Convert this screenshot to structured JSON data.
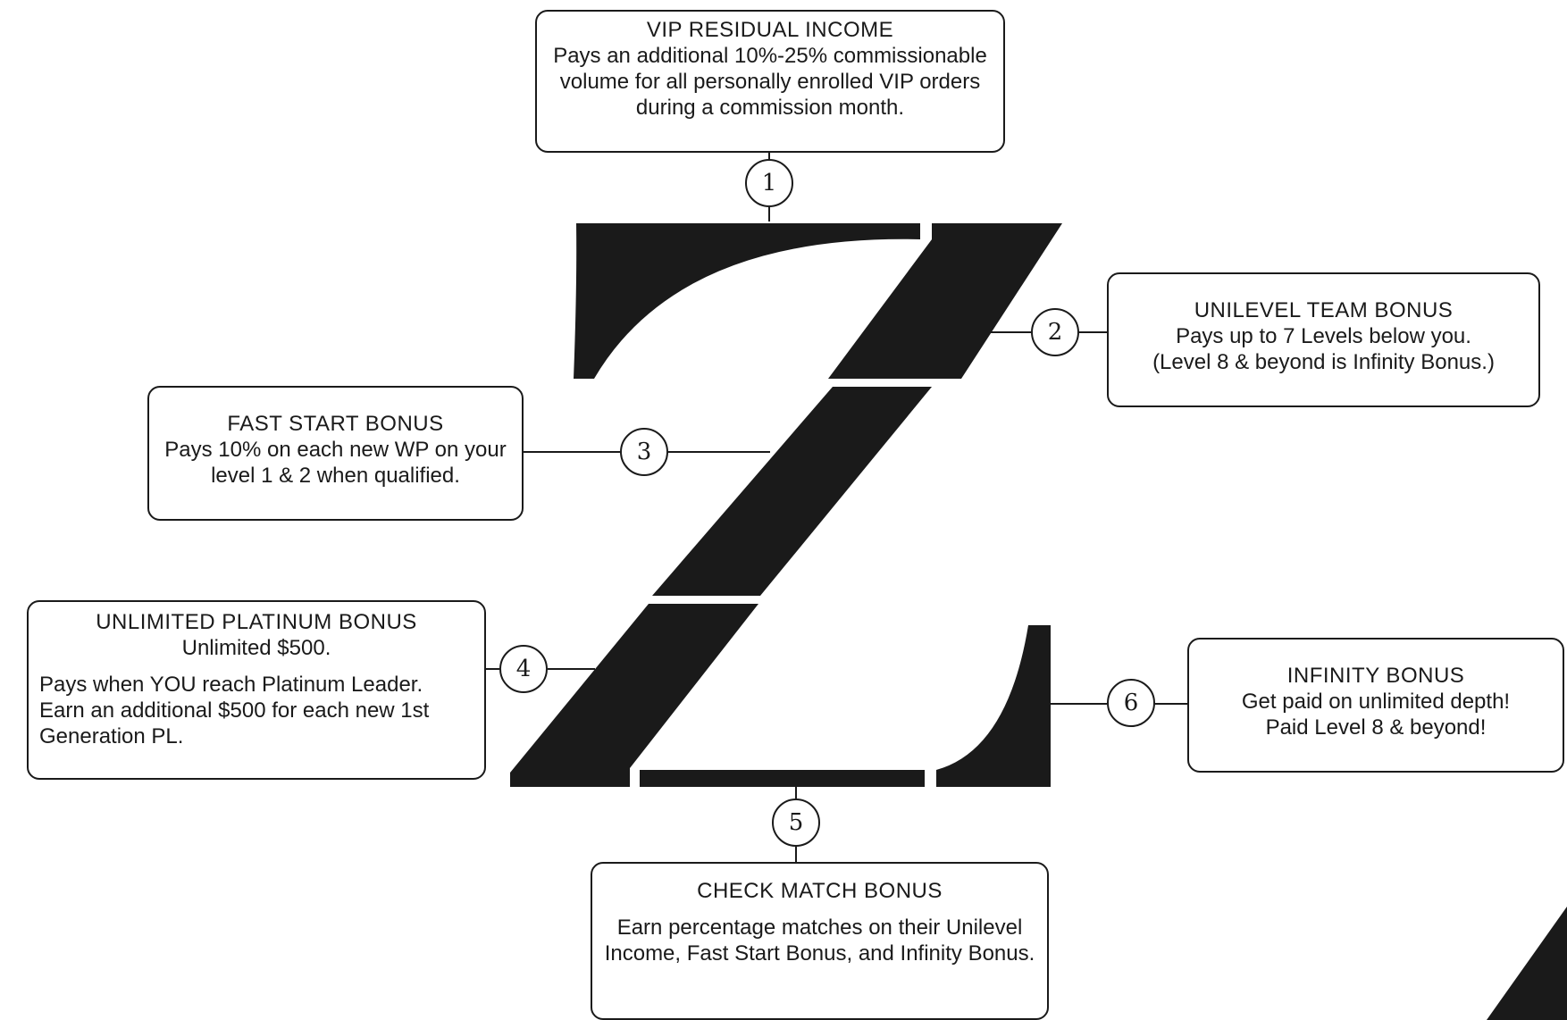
{
  "badges": [
    "1",
    "2",
    "3",
    "4",
    "5",
    "6"
  ],
  "bonuses": {
    "vip_residual": {
      "title": "VIP RESIDUAL INCOME",
      "description": "Pays an additional 10%-25% commissionable volume for all personally enrolled VIP orders during a commission month."
    },
    "unilevel_team": {
      "title": "UNILEVEL TEAM BONUS",
      "line1": "Pays up to 7 Levels below you.",
      "line2": "(Level 8 & beyond is Infinity Bonus.)"
    },
    "fast_start": {
      "title": "FAST START BONUS",
      "description": "Pays 10% on each new WP on your level 1 & 2 when qualified."
    },
    "unlimited_platinum": {
      "title": "UNLIMITED PLATINUM BONUS",
      "subtitle": "Unlimited $500.",
      "description": "Pays when YOU reach Platinum Leader. Earn an additional $500 for each new 1st Generation PL."
    },
    "check_match": {
      "title": "CHECK MATCH BONUS",
      "description": "Earn percentage matches on their Unilevel Income, Fast Start Bonus, and Infinity Bonus."
    },
    "infinity": {
      "title": "INFINITY BONUS",
      "line1": "Get paid on unlimited depth!",
      "line2": "Paid Level 8 & beyond!"
    }
  },
  "colors": {
    "ink": "#1a1a1a",
    "background": "#ffffff"
  }
}
